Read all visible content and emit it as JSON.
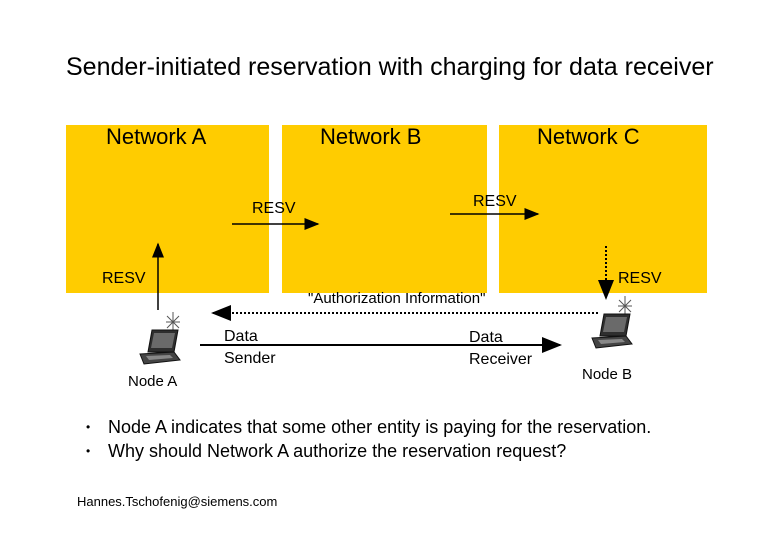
{
  "title": "Sender-initiated reservation with charging for data receiver",
  "networks": [
    "Network A",
    "Network B",
    "Network C"
  ],
  "messages": {
    "resv_ab": "RESV",
    "resv_bc": "RESV",
    "resv_node_a": "RESV",
    "resv_node_b": "RESV",
    "auth_info": "\"Authorization Information\""
  },
  "nodes": {
    "node_a": "Node A",
    "node_b": "Node B",
    "sender": "Data Sender",
    "receiver": "Data Receiver"
  },
  "bullets": [
    "Node A indicates that some other entity is paying for the reservation.",
    "Why should Network A authorize the reservation request?"
  ],
  "footer": "Hannes.Tschofenig@siemens.com",
  "colors": {
    "network_fill": "#ffcc00"
  }
}
